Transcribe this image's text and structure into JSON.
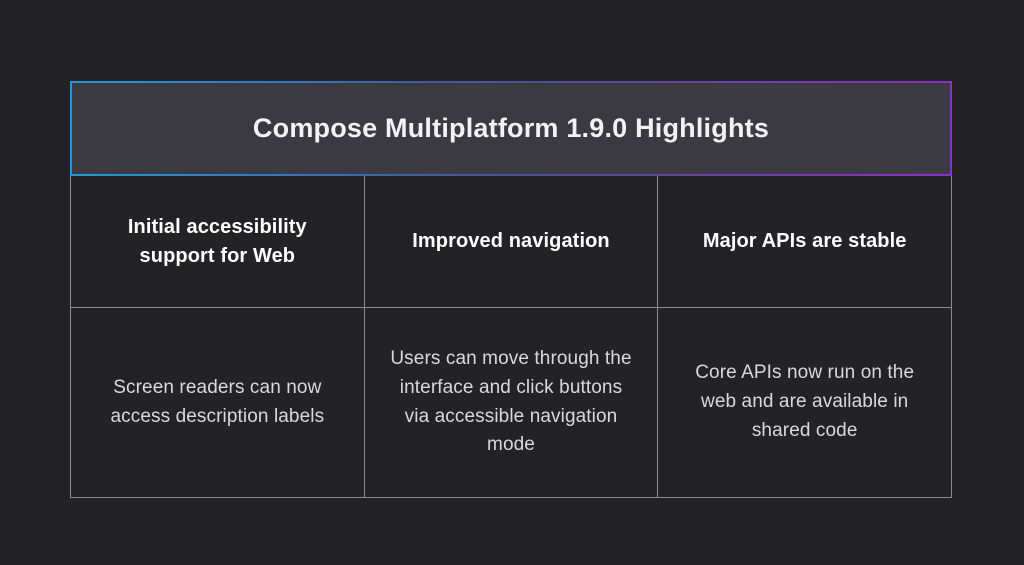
{
  "slide": {
    "background_color": "#232326",
    "title": "Compose Multiplatform 1.9.0 Highlights",
    "title_band": {
      "background_color": "#3b3a40",
      "border_gradient_start": "#1e9ad6",
      "border_gradient_mid": "#4a4f93",
      "border_gradient_end": "#8b2fc9"
    },
    "table": {
      "border_color": "#8b8b90",
      "headers": [
        "Initial accessibility support for Web",
        "Improved navigation",
        "Major APIs are stable"
      ],
      "cells": [
        "Screen readers can now access description labels",
        "Users can move through the interface and click buttons via accessible navigation mode",
        "Core APIs now run on the web and are available in shared code"
      ]
    }
  }
}
